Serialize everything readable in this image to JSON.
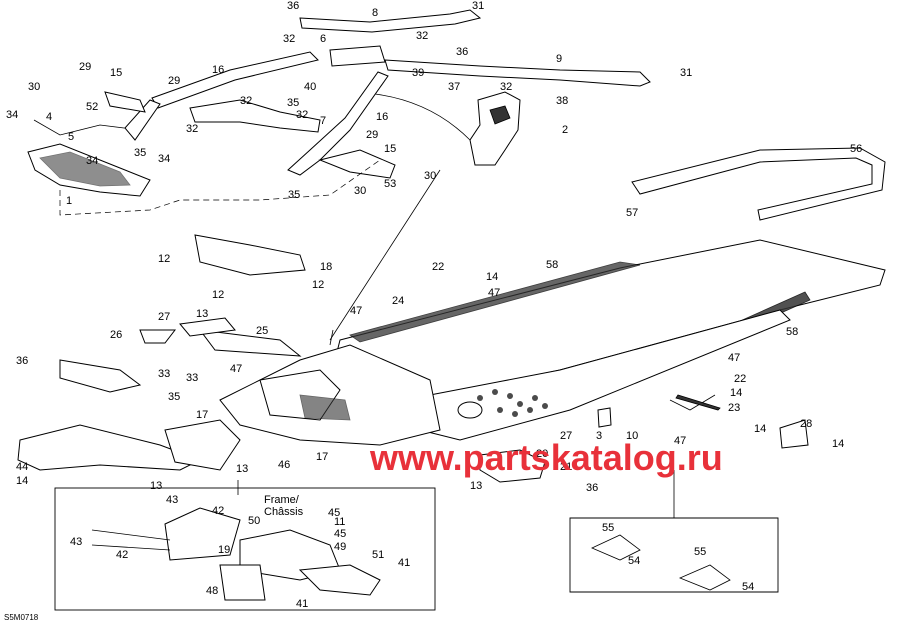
{
  "diagram": {
    "caption_title": "Frame/",
    "caption_subtitle": "Châssis",
    "drawing_code": "S5M0718",
    "watermark": "www.partskatalog.ru",
    "watermark_color": "#e8313a"
  },
  "callouts": [
    "36",
    "8",
    "31",
    "32",
    "6",
    "32",
    "36",
    "9",
    "31",
    "29",
    "15",
    "16",
    "40",
    "39",
    "37",
    "32",
    "38",
    "30",
    "29",
    "52",
    "32",
    "35",
    "34",
    "4",
    "32",
    "7",
    "16",
    "2",
    "5",
    "32",
    "29",
    "15",
    "35",
    "34",
    "34",
    "53",
    "30",
    "1",
    "30",
    "35",
    "56",
    "57",
    "12",
    "18",
    "22",
    "14",
    "58",
    "12",
    "12",
    "47",
    "47",
    "24",
    "27",
    "13",
    "25",
    "26",
    "58",
    "36",
    "33",
    "47",
    "47",
    "22",
    "14",
    "35",
    "17",
    "23",
    "33",
    "28",
    "14",
    "14",
    "27",
    "3",
    "10",
    "47",
    "17",
    "46",
    "20",
    "21",
    "13",
    "13",
    "36",
    "44",
    "14",
    "13",
    "43",
    "42",
    "45",
    "11",
    "50",
    "45",
    "49",
    "43",
    "42",
    "19",
    "51",
    "41",
    "48",
    "41",
    "55",
    "54",
    "55",
    "54"
  ]
}
